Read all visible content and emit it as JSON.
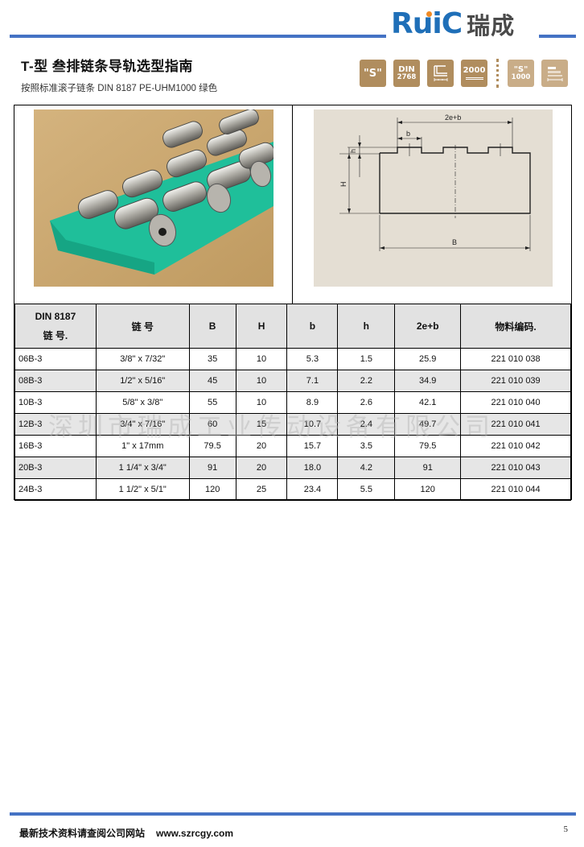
{
  "header": {
    "logo_en": "RuiC",
    "logo_cn": "瑞成",
    "brand_color": "#1f6fb8",
    "rule_color": "#4472c4"
  },
  "title": "T-型  叁排链条导轨选型指南",
  "subtitle": "按照标准滚子链条 DIN 8187    PE-UHM1000 绿色",
  "badges": [
    {
      "icon": "s-quote-badge-icon",
      "line1": "\"S\"",
      "line2": ""
    },
    {
      "icon": "din-2768-badge-icon",
      "line1": "DIN",
      "line2": "2768"
    },
    {
      "icon": "profile-dimension-badge-icon",
      "line1": "",
      "line2": ""
    },
    {
      "icon": "length-2000-badge-icon",
      "line1": "2000",
      "line2": ""
    },
    {
      "icon": "s-1000-badge-icon",
      "line1": "\"S\"",
      "line2": "1000"
    },
    {
      "icon": "length-bars-badge-icon",
      "line1": "",
      "line2": ""
    }
  ],
  "figures": {
    "photo_alt": "Triple roller chain on green T-guide rail",
    "drawing_labels": {
      "width_total": "B",
      "pitch_span": "2e+b",
      "tooth_width": "b",
      "height": "H",
      "tooth_height": "h"
    }
  },
  "table": {
    "headers": {
      "din_line1": "DIN 8187",
      "din_line2": "链 号.",
      "chain": "链 号",
      "B": "B",
      "H": "H",
      "b": "b",
      "h": "h",
      "e2b": "2e+b",
      "code": "物料编码."
    },
    "rows": [
      {
        "din": "06B-3",
        "chain": "3/8\" x 7/32\"",
        "B": "35",
        "H": "10",
        "b": "5.3",
        "h": "1.5",
        "e2b": "25.9",
        "code": "221 010 038"
      },
      {
        "din": "08B-3",
        "chain": "1/2\" x 5/16\"",
        "B": "45",
        "H": "10",
        "b": "7.1",
        "h": "2.2",
        "e2b": "34.9",
        "code": "221 010 039"
      },
      {
        "din": "10B-3",
        "chain": "5/8\" x 3/8\"",
        "B": "55",
        "H": "10",
        "b": "8.9",
        "h": "2.6",
        "e2b": "42.1",
        "code": "221 010 040"
      },
      {
        "din": "12B-3",
        "chain": "3/4\" x 7/16\"",
        "B": "60",
        "H": "15",
        "b": "10.7",
        "h": "2.4",
        "e2b": "49.7",
        "code": "221 010 041"
      },
      {
        "din": "16B-3",
        "chain": "1\" x 17mm",
        "B": "79.5",
        "H": "20",
        "b": "15.7",
        "h": "3.5",
        "e2b": "79.5",
        "code": "221 010 042"
      },
      {
        "din": "20B-3",
        "chain": "1 1/4\" x 3/4\"",
        "B": "91",
        "H": "20",
        "b": "18.0",
        "h": "4.2",
        "e2b": "91",
        "code": "221 010 043"
      },
      {
        "din": "24B-3",
        "chain": "1 1/2\" x 5/1\"",
        "B": "120",
        "H": "25",
        "b": "23.4",
        "h": "5.5",
        "e2b": "120",
        "code": "221 010 044"
      }
    ]
  },
  "watermark": "深圳市瑞成工业传动设备有限公司",
  "footer": {
    "text": "最新技术资料请查阅公司网站",
    "url": "www.szrcgy.com",
    "page": "5"
  }
}
